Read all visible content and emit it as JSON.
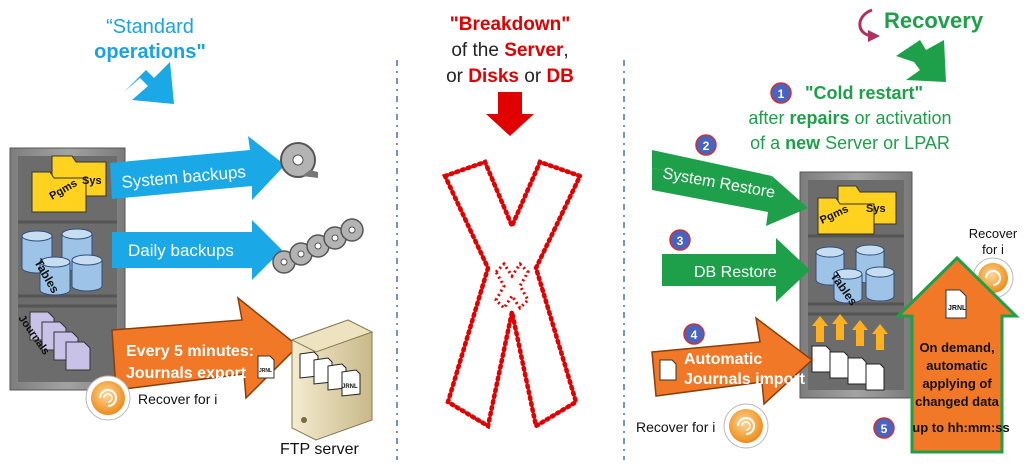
{
  "left": {
    "title_line1": "“Standard",
    "title_line2": "operations\"",
    "server_labels": {
      "pgms": "Pgms",
      "sys": "Sys",
      "tables": "Tables",
      "journals": "Journals"
    },
    "arrow_system_backups": "System backups",
    "arrow_daily_backups": "Daily backups",
    "arrow_journals_line1": "Every 5 minutes:",
    "arrow_journals_line2": "Journals export",
    "doc_label": "JRNL",
    "recover_label": "Recover for i",
    "ftp_label": "FTP server"
  },
  "middle": {
    "line1": "\"Breakdown\"",
    "line2_prefix": "of the ",
    "line2_bold": "Server",
    "line2_suffix": ",",
    "line3_prefix": "or ",
    "line3_bold1": "Disks",
    "line3_mid": " or ",
    "line3_bold2": "DB"
  },
  "right": {
    "recovery_title": "Recovery",
    "step1_num": "1",
    "cold_restart": "\"Cold restart\"",
    "after_prefix": "after ",
    "after_bold": "repairs",
    "after_suffix": " or activation",
    "new_prefix": "of a ",
    "new_bold": "new",
    "new_suffix": " Server or LPAR",
    "step2_num": "2",
    "system_restore": "System Restore",
    "step3_num": "3",
    "db_restore": "DB Restore",
    "step4_num": "4",
    "auto_import_line1": "Automatic",
    "auto_import_line2": "Journals import",
    "recover_label_bottom": "Recover for i",
    "recover_label_top_line1": "Recover",
    "recover_label_top_line2": "for i",
    "server_labels": {
      "pgms": "Pgms",
      "sys": "Sys",
      "tables": "Tables"
    },
    "doc_label": "JRNL",
    "on_demand_lines": [
      "On demand,",
      "automatic",
      "applying of",
      "changed data",
      "up to hh:mm:ss"
    ],
    "step5_num": "5"
  },
  "colors": {
    "blue_arrow": "#1aa8e6",
    "blue_text": "#1aa3dc",
    "red": "#e00000",
    "green": "#1ea04a",
    "orange": "#f07826",
    "server": "#8f8f8f",
    "folder": "#ffd21f",
    "cylinder": "#9dc3e6",
    "journal": "#c8c1e8",
    "step_badge": "#4863c0"
  },
  "icons": [
    "tape-reel-icon",
    "server-tower-icon",
    "folder-icon",
    "database-cylinder-icon",
    "journal-document-icon",
    "recover-logo-icon",
    "ftp-server-icon",
    "x-mark-icon",
    "curved-arrow-icon"
  ]
}
